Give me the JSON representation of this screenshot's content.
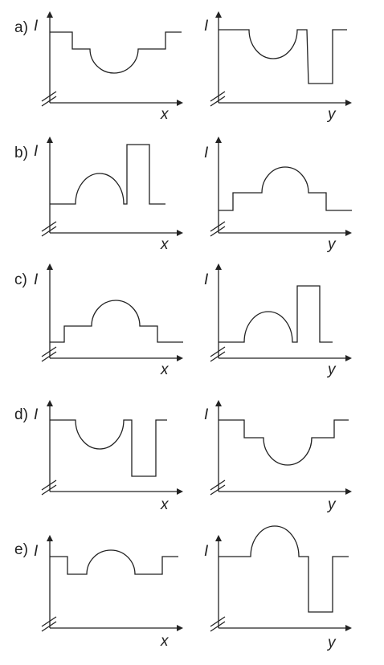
{
  "figure": {
    "rows": [
      {
        "label": "a)",
        "left": {
          "axis_label": "I",
          "var": "x",
          "profile": [
            "hi",
            "low",
            "bump-down",
            "low",
            "hi"
          ]
        },
        "right": {
          "axis_label": "I",
          "var": "y",
          "profile": [
            "hi",
            "bump-down",
            "spike-up",
            "well-down",
            "hi"
          ]
        }
      },
      {
        "label": "b)",
        "left": {
          "axis_label": "I",
          "var": "x",
          "profile": [
            "low",
            "bump-up",
            "spike-up",
            "low"
          ]
        },
        "right": {
          "axis_label": "I",
          "var": "y",
          "profile": [
            "low",
            "step",
            "bump-up",
            "step",
            "low"
          ]
        }
      },
      {
        "label": "c)",
        "left": {
          "axis_label": "I",
          "var": "x",
          "profile": [
            "low",
            "step",
            "bump-up",
            "step",
            "low"
          ]
        },
        "right": {
          "axis_label": "I",
          "var": "y",
          "profile": [
            "low",
            "bump-up",
            "spike-up",
            "low"
          ]
        }
      },
      {
        "label": "d)",
        "left": {
          "axis_label": "I",
          "var": "x",
          "profile": [
            "hi",
            "bump-down",
            "spike-up",
            "well-down",
            "hi"
          ]
        },
        "right": {
          "axis_label": "I",
          "var": "y",
          "profile": [
            "hi",
            "low",
            "bump-down",
            "low",
            "hi"
          ]
        }
      },
      {
        "label": "e)",
        "left": {
          "axis_label": "I",
          "var": "x",
          "profile": [
            "hi",
            "step-down",
            "bump-up",
            "step-down",
            "hi"
          ]
        },
        "right": {
          "axis_label": "I",
          "var": "y",
          "profile": [
            "hi",
            "bump-up",
            "well-down",
            "hi"
          ]
        }
      }
    ]
  }
}
